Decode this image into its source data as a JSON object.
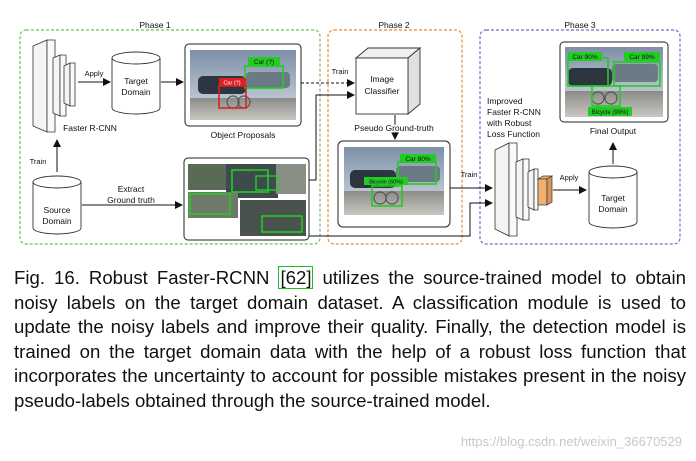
{
  "phases": {
    "phase1": "Phase 1",
    "phase2": "Phase 2",
    "phase3": "Phase 3"
  },
  "labels": {
    "apply_1": "Apply",
    "target_domain_1_l1": "Target",
    "target_domain_1_l2": "Domain",
    "faster_rcnn": "Faster R-CNN",
    "train_1": "Train",
    "source_l1": "Source",
    "source_l2": "Domain",
    "extract_l1": "Extract",
    "extract_l2": "Ground truth",
    "object_proposals": "Object Proposals",
    "train_2": "Train",
    "image_classifier_l1": "Image",
    "image_classifier_l2": "Classifier",
    "pseudo_gt": "Pseudo Ground-truth",
    "train_3": "Train",
    "improved_l1": "Improved",
    "improved_l2": "Faster R-CNN",
    "improved_l3": "with Robust",
    "improved_l4": "Loss Function",
    "apply_2": "Apply",
    "target_domain_2_l1": "Target",
    "target_domain_2_l2": "Domain",
    "final_output": "Final Output"
  },
  "detections": {
    "proposal_car": "Car (?)",
    "proposal_q": "Car (?)",
    "pseudo_car": "Car 80%",
    "pseudo_bicycle": "Bicycle (60%)",
    "final_car1": "Car 90%",
    "final_car2": "Car 99%",
    "final_bicycle": "Bicycle (99%)"
  },
  "caption": {
    "before_ref": "Fig. 16. Robust Faster-RCNN ",
    "ref": "[62]",
    "after_ref": " utilizes the source-trained model to obtain noisy labels on the target domain dataset. A classification module is used to update the noisy labels and improve their quality. Finally, the detection model is trained on the target domain data with the help of a robust loss function that incorporates the uncertainty to account for possible mistakes present in the noisy pseudo-labels obtained through the source-trained model."
  },
  "watermark": "https://blog.csdn.net/weixin_36670529",
  "colors": {
    "phase1_border": "#6cbf5a",
    "phase2_border": "#e8883a",
    "phase3_border": "#6b6fd0",
    "detection_green": "#22cc22",
    "detection_red": "#dd2222",
    "loss_layer": "#f0b070"
  }
}
